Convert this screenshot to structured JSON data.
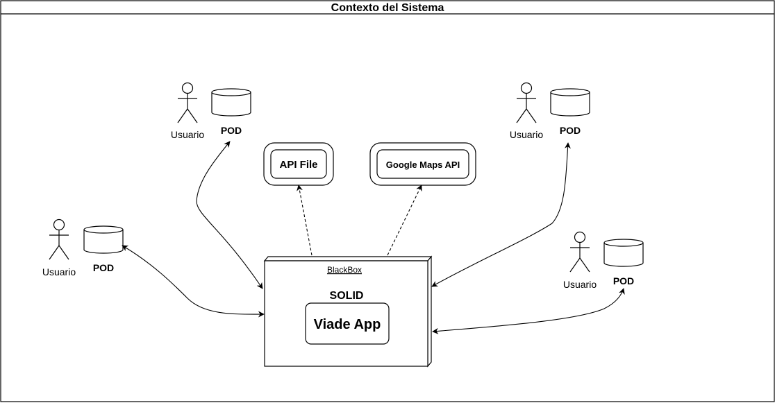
{
  "diagram": {
    "title": "Contexto del Sistema",
    "blackbox_label": "BlackBox",
    "solid_label": "SOLID",
    "app_label": "Viade App",
    "api_file_label": "API File",
    "google_maps_label": "Google Maps API",
    "actors": [
      {
        "actor_label": "Usuario",
        "pod_label": "POD"
      },
      {
        "actor_label": "Usuario",
        "pod_label": "POD"
      },
      {
        "actor_label": "Usuario",
        "pod_label": "POD"
      },
      {
        "actor_label": "Usuario",
        "pod_label": "POD"
      }
    ]
  },
  "colors": {
    "stroke": "#000000",
    "background": "#ffffff"
  }
}
